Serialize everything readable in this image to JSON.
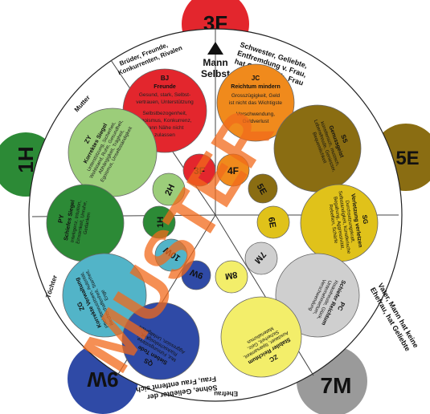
{
  "diagram": {
    "center_title_1": "Mann",
    "center_title_2": "Selbst",
    "outer_circles": [
      {
        "label": "3F",
        "color": "#e3262d"
      },
      {
        "label": "5E",
        "color": "#8a6d12"
      },
      {
        "label": "7M",
        "color": "#9a9a9a"
      },
      {
        "label": "9W",
        "color": "#2f4aa6"
      },
      {
        "label": "1H",
        "color": "#2c8a36"
      }
    ],
    "sector_labels": {
      "top_left": "Brüder, Freunde, Konkurrenten, Rivalen",
      "top_right": "Schwester, Geliebte, Entfremdung v. Frau, hat Geliebte nb. Frau",
      "right": "Vater, Mann hat keine Ehefrau, hat Geliebte",
      "bottom": "Ehefrau",
      "bottom_left": "Söhne, Geliebter der Frau, Frau entfernt sich",
      "left_bottom": "Töchter",
      "left_top": "Mutter"
    },
    "inner_circles": [
      {
        "label": "3F",
        "color": "#e3262d"
      },
      {
        "label": "4F",
        "color": "#f08a1c"
      },
      {
        "label": "5E",
        "color": "#8a6d12"
      },
      {
        "label": "6E",
        "color": "#e0c21a"
      },
      {
        "label": "7M",
        "color": "#cfcfcf"
      },
      {
        "label": "8M",
        "color": "#f3ee6a"
      },
      {
        "label": "9W",
        "color": "#2f4aa6"
      },
      {
        "label": "10W",
        "color": "#52b4c8"
      },
      {
        "label": "1H",
        "color": "#2c8a36"
      },
      {
        "label": "2H",
        "color": "#9ccd7a"
      }
    ],
    "bubbles": {
      "bj": {
        "code": "BJ",
        "title": "Freunde",
        "text1": "Gesund, stark, Selbst-",
        "text2": "vertrauen, Unterstützung",
        "text3": "Selbstbezogenheit,",
        "text4": "Egoismus, Konkurrenz,",
        "text5": "kann Nähe nicht",
        "text6": "zulassen"
      },
      "jc": {
        "code": "JC",
        "title": "Reichtum mindern",
        "text1": "Grosszügigkeit, Geld",
        "text2": "ist nicht das Wichtigste",
        "text3": "Verschwendung,",
        "text4": "Geldverlust"
      },
      "zy": {
        "code": "ZY",
        "title": "Korrektes Siegel",
        "text": "Unterstützung, Sicherheit, Wohlstand, Ruhe, Gesundheit, Abhängigkeit, Trägheit, Egoismus, Unselbständigkeit"
      },
      "py": {
        "code": "PY",
        "title": "Schiefes Siegel",
        "text": "Intelligenz, Intuition, Einsamkeit, Unruhe, Gedanken"
      },
      "ss": {
        "code": "SS",
        "title": "Genussgeist",
        "text": "künstlerisch, musisch, Lebensfreude, Geniesser, Bequemlichkeit"
      },
      "sg": {
        "code": "SG",
        "title": "Verletzung verletzen",
        "text": "Durchsetzungskraft, Selbständigkeit, künstlerische Begabung, Aggressivität, Rebellion, Schärfe"
      },
      "qs": {
        "code": "QS",
        "title": "Sieben Tode",
        "text": "Mut, Führungsstärke, Rücksichtslosigkeit, Aggression, Unfallgefahr"
      },
      "zg": {
        "code": "ZG",
        "title": "Korrekte Verwaltung",
        "text": "Pflichtbewusstsein, Autorität, Rechtschaffenheit, Starrheit, Enge"
      },
      "pc": {
        "code": "PC",
        "title": "Schiefer Reichtum",
        "text": "Risikofreude, Glück, Unternehmertum, Verschwendung"
      },
      "zc": {
        "code": "ZC",
        "title": "Stabiler Reichtum",
        "text": "Ausdauer, Sparsamkeit, Sicherheit, Geiz, Materialismus"
      }
    },
    "watermark": "MUSTER"
  }
}
